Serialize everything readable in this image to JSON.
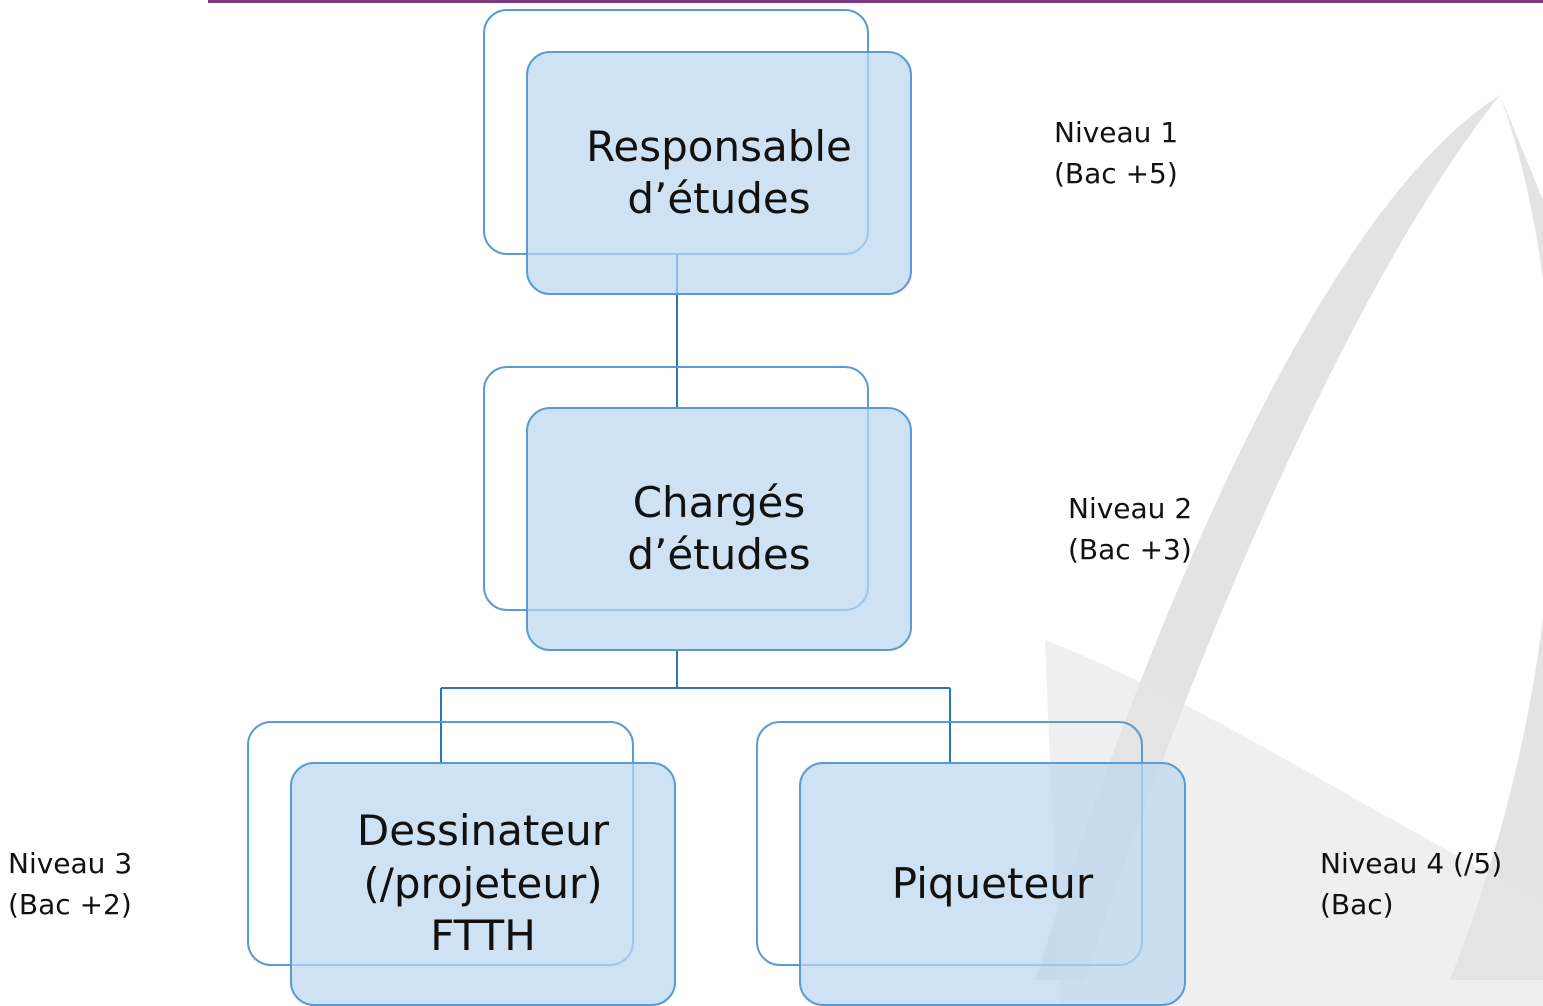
{
  "colors": {
    "node_border": "#5b9bd5",
    "node_fill": "#bdd7ee",
    "connector": "#2e75b6",
    "top_rule": "#7a3a7e",
    "watermark": "#d0d0d0"
  },
  "nodes": {
    "responsable": {
      "label": "Responsable\nd’études"
    },
    "charges": {
      "label": "Chargés\nd’études"
    },
    "dessinateur": {
      "label": "Dessinateur\n(/projeteur)\nFTTH"
    },
    "piqueteur": {
      "label": "Piqueteur"
    }
  },
  "levels": {
    "niveau1": "Niveau 1\n(Bac +5)",
    "niveau2": "Niveau 2\n(Bac +3)",
    "niveau3": "Niveau 3\n(Bac +2)",
    "niveau4": "Niveau 4 (/5)\n(Bac)"
  }
}
